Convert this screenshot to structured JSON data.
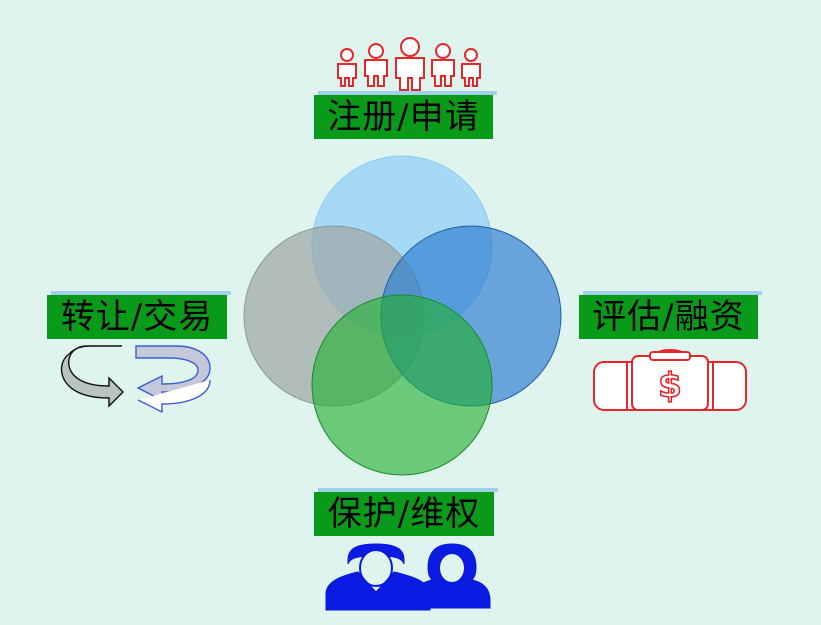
{
  "labels": {
    "top": "注册/申请",
    "left": "转让/交易",
    "right": "评估/融资",
    "bottom": "保护/维权"
  },
  "colors": {
    "background": "#dff3ef",
    "label_bg": "#0a9a1a",
    "circle_top": "#9fd3f3",
    "circle_left": "#a9b1b0",
    "circle_right": "#3f8fd6",
    "circle_bottom": "#39b844",
    "icon_red": "#e3282a",
    "icon_blue": "#0a1ae0"
  },
  "icons": {
    "top": "people-group-icon",
    "left": "cycle-arrows-icon",
    "right": "money-bag-icon",
    "bottom": "couple-silhouette-icon"
  }
}
